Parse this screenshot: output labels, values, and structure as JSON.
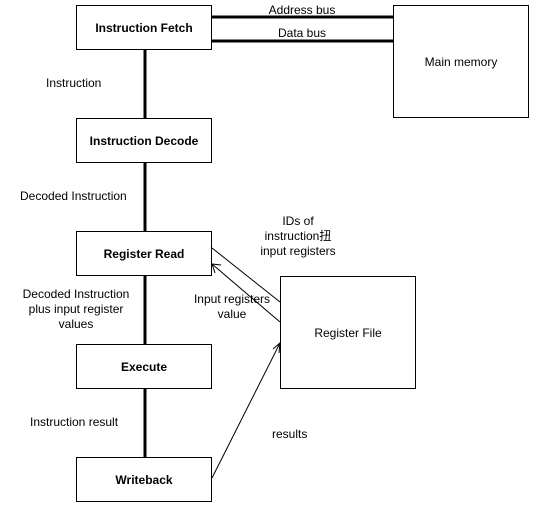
{
  "stages": {
    "fetch": "Instruction Fetch",
    "decode": "Instruction Decode",
    "read": "Register Read",
    "execute": "Execute",
    "writeback": "Writeback"
  },
  "memory": "Main memory",
  "register_file": "Register File",
  "buses": {
    "address": "Address bus",
    "data": "Data bus"
  },
  "flow_labels": {
    "instruction": "Instruction",
    "decoded": "Decoded Instruction",
    "decoded_plus_1": "Decoded Instruction",
    "decoded_plus_2": "plus input register",
    "decoded_plus_3": "values",
    "result": "Instruction result"
  },
  "register_labels": {
    "ids_1": "IDs of",
    "ids_2": "instruction扭",
    "ids_3": "input registers",
    "values_1": "Input registers",
    "values_2": "value",
    "results": "results"
  }
}
